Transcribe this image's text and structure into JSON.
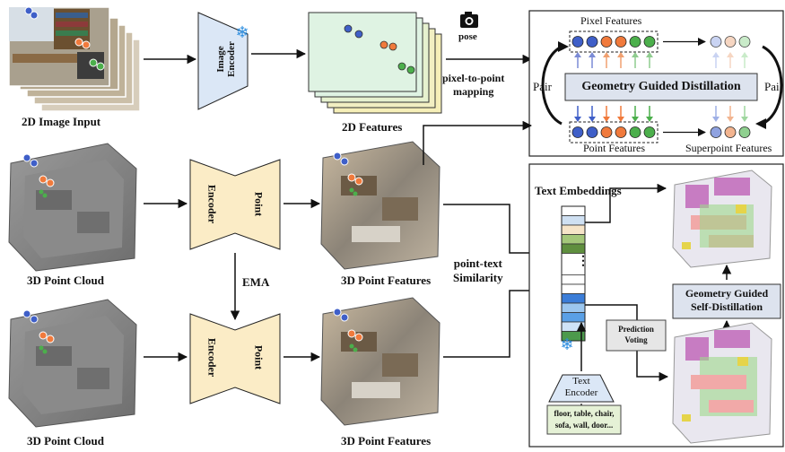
{
  "image_input": {
    "caption": "2D Image Input"
  },
  "image_encoder": {
    "label_line1": "Image",
    "label_line2": "Encoder"
  },
  "features_2d": {
    "caption": "2D Features",
    "pose_label": "pose",
    "mapping_label_line1": "pixel-to-point",
    "mapping_label_line2": "mapping"
  },
  "distill_panel": {
    "pixel_features": "Pixel Features",
    "point_features": "Point Features",
    "superpoint_features": "Superpoint Features",
    "title": "Geometry Guided Distillation",
    "pair_left": "Pair",
    "pair_right": "Pai"
  },
  "point_cloud_top": {
    "caption": "3D Point Cloud"
  },
  "point_cloud_bottom": {
    "caption": "3D Point Cloud"
  },
  "point_encoder_top": {
    "label_left": "Encoder",
    "label_right": "Point"
  },
  "point_encoder_bottom": {
    "label_left": "Encoder",
    "label_right": "Point"
  },
  "ema_label": "EMA",
  "point_features_top": {
    "caption": "3D Point Features"
  },
  "point_features_bottom": {
    "caption": "3D Point Features"
  },
  "similarity": {
    "line1": "point-text",
    "line2": "Similarity"
  },
  "text_panel": {
    "title": "Text Embeddings",
    "ellipsis": "⋮",
    "prediction_voting_line1": "Prediction",
    "prediction_voting_line2": "Voting",
    "text_encoder_line1": "Text",
    "text_encoder_line2": "Encoder",
    "classes_line1": "floor, table, chair,",
    "classes_line2": "sofa, wall, door...",
    "self_distill_line1": "Geometry Guided",
    "self_distill_line2": "Self-Distillation"
  },
  "colors": {
    "encoder_fill": "#fbecc6",
    "image_encoder_fill": "#dbe7f6",
    "feature_map_fill": "#dff3e3",
    "feature_dot_blue": "#3f5fc8",
    "feature_dot_orange": "#f07a3c",
    "feature_dot_green": "#4caf4c",
    "title_box_fill": "#dde3ee",
    "arrow": "#111111",
    "pixel_arrows": [
      "#7b8bd6",
      "#7b8bd6",
      "#f0a070",
      "#f0a070",
      "#8fcc8f",
      "#8fcc8f"
    ],
    "text_embedding_rows": [
      "#ffffff",
      "#cfe0f2",
      "#f6e4c8",
      "#a4c77a",
      "#5f8f3e",
      "#ffffff",
      "#ffffff",
      "#3b7dd8",
      "#9cc7ef",
      "#5aa0e6",
      "#cfe3f7",
      "#4c9a4c"
    ]
  },
  "icons": [
    "snowflake-icon",
    "camera-icon",
    "snowflake-icon"
  ]
}
